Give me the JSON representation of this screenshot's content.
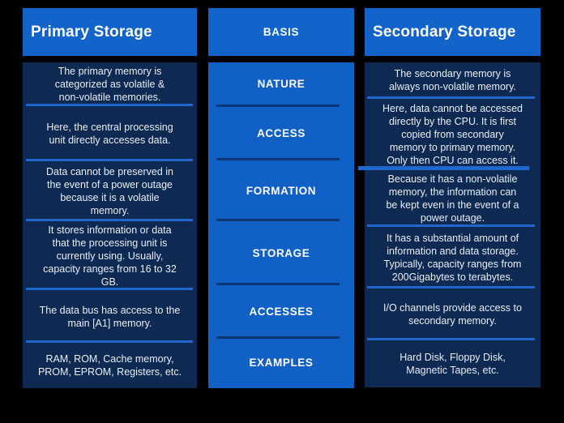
{
  "title": "Primary Storage vs Secondary Storage comparison infographic",
  "colors": {
    "background": "#000000",
    "bright_blue": "#1160c5",
    "dark_navy": "#0e2a52",
    "divider_light": "#1f66cd",
    "divider_dark": "#0c3575",
    "body_text": "#e9edf4",
    "heading_text": "#ffffff"
  },
  "primary_column": {
    "title": "Primary Storage",
    "rows": [
      "The primary memory is\ncategorized as volatile &\nnon-volatile memories.",
      "Here, the central processing\nunit directly accesses data.",
      "Data cannot be preserved in\nthe event of a power outage\nbecause it is a volatile\nmemory.",
      "It stores information or data\nthat the processing unit is\ncurrently using. Usually,\ncapacity ranges from 16 to 32\nGB.",
      "The data bus has access to the\nmain [A1] memory.",
      "RAM, ROM, Cache memory,\nPROM, EPROM, Registers, etc."
    ]
  },
  "basis_column": {
    "title": "BASIS",
    "labels": [
      "NATURE",
      "ACCESS",
      "FORMATION",
      "STORAGE",
      "ACCESSES",
      "EXAMPLES"
    ]
  },
  "secondary_column": {
    "title": "Secondary Storage",
    "rows": [
      "The secondary memory is\nalways non-volatile memory.",
      "Here, data cannot be accessed\ndirectly by the CPU. It is first\ncopied from secondary\nmemory to primary memory.\nOnly then CPU can access it.",
      "Because it has a non-volatile\nmemory, the information can\nbe kept even in the event of a\npower outage.",
      "It has a substantial amount of\ninformation and data storage.\nTypically, capacity ranges from\n200Gigabytes to terabytes.",
      "I/O channels provide access to\nsecondary memory.",
      "Hard Disk, Floppy Disk,\nMagnetic Tapes, etc."
    ]
  }
}
